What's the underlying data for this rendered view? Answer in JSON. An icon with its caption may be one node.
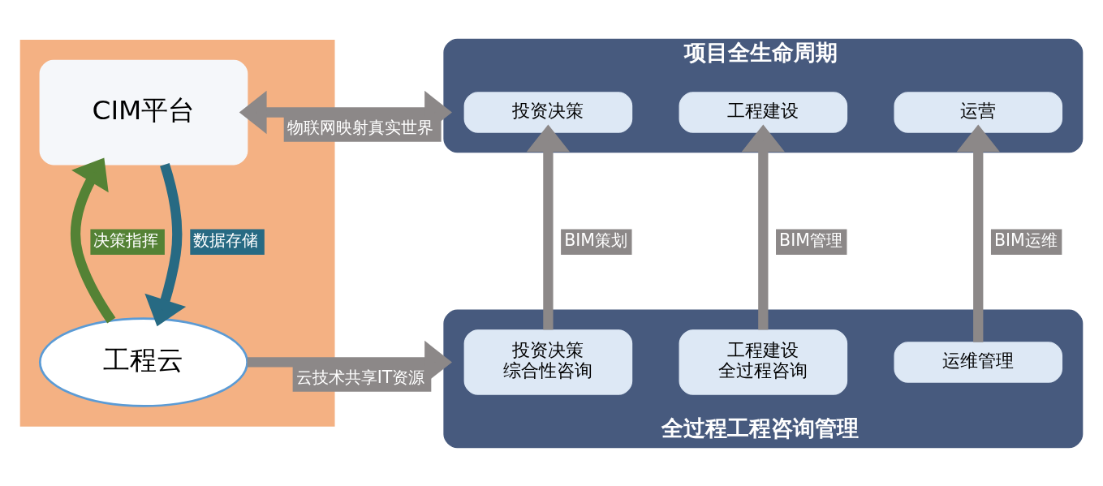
{
  "diagram": {
    "nodes": [
      {
        "text": [],
        "shape": "box"
      },
      {
        "text": [
          "CIM平台"
        ],
        "in": 0
      },
      {
        "text": [
          "工程云"
        ],
        "in": 0
      },
      {
        "text": [
          "项目全生命周期"
        ]
      },
      {
        "text": [
          "投资决策"
        ],
        "in": 3
      },
      {
        "text": [
          "工程建设"
        ],
        "in": 3
      },
      {
        "text": [
          "运营"
        ],
        "in": 3
      },
      {
        "text": [
          "全过程工程咨询管理"
        ]
      },
      {
        "text": [
          "投资决策综合性咨询"
        ],
        "in": 7
      },
      {
        "text": [
          "工程建设全过程咨询"
        ],
        "in": 7
      },
      {
        "text": [
          "运维管理"
        ],
        "in": 7
      }
    ],
    "edges": [
      {
        "from": 1,
        "to": 2,
        "arrow": "to",
        "label": "数据存储",
        "color": "#276a83"
      },
      {
        "from": 2,
        "to": 1,
        "arrow": "to",
        "label": "决策指挥",
        "color": "#548235"
      },
      {
        "from": 1,
        "to": 3,
        "arrow": "both",
        "label": "物联网映射真实世界"
      },
      {
        "from": 2,
        "to": 7,
        "arrow": "to",
        "label": "云技术共享IT资源"
      },
      {
        "from": 8,
        "to": 4,
        "arrow": "to",
        "label": "BIM策划"
      },
      {
        "from": 9,
        "to": 5,
        "arrow": "to",
        "label": "BIM管理"
      },
      {
        "from": 10,
        "to": 6,
        "arrow": "to",
        "label": "BIM运维"
      }
    ]
  }
}
